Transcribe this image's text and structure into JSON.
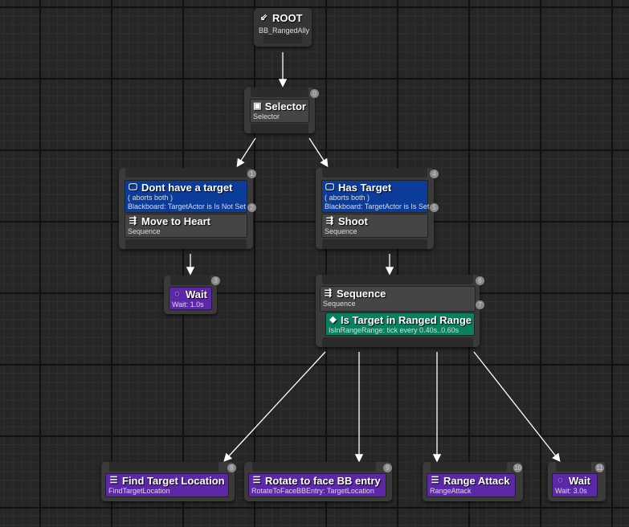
{
  "root": {
    "title": "ROOT",
    "subtitle": "BB_RangedAlly"
  },
  "selector": {
    "title": "Selector",
    "subtitle": "Selector",
    "index": "0"
  },
  "left_branch": {
    "decorator_title": "Dont have a target",
    "decorator_abort": "( aborts both )",
    "decorator_desc": "Blackboard: TargetActor is Is Not Set",
    "decorator_index": "2",
    "title": "Move to Heart",
    "subtitle": "Sequence",
    "index": "1"
  },
  "right_branch": {
    "decorator_title": "Has Target",
    "decorator_abort": "( aborts both )",
    "decorator_desc": "Blackboard: TargetActor is Is Set",
    "decorator_index": "5",
    "title": "Shoot",
    "subtitle": "Sequence",
    "index": "4"
  },
  "wait_left": {
    "title": "Wait",
    "subtitle": "Wait: 1.0s",
    "index": "3"
  },
  "sequence": {
    "title": "Sequence",
    "subtitle": "Sequence",
    "index": "6",
    "service_title": "Is Target in Ranged Range",
    "service_desc": "IsInRangeRange: tick every 0.40s..0.60s",
    "service_index": "7"
  },
  "tasks": [
    {
      "title": "Find Target Location",
      "subtitle": "FindTargetLocation",
      "index": "8"
    },
    {
      "title": "Rotate to face BB entry",
      "subtitle": "RotateToFaceBBEntry: TargetLocation",
      "index": "9"
    },
    {
      "title": "Range Attack",
      "subtitle": "RangeAttack",
      "index": "10"
    },
    {
      "title": "Wait",
      "subtitle": "Wait: 3.0s",
      "index": "11"
    }
  ],
  "colors": {
    "decorator": "#0c3c9a",
    "service": "#0a8060",
    "task": "#5c28a8",
    "composite": "#454545"
  }
}
